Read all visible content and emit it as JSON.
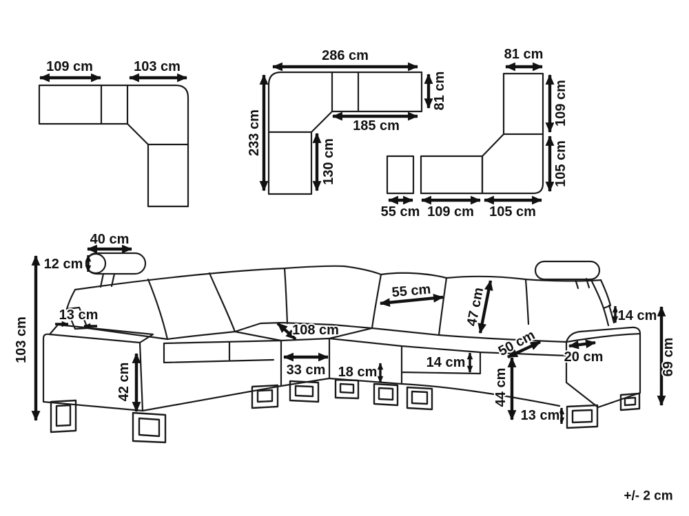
{
  "page": {
    "background": "#ffffff",
    "line_color": "#1a1a1a",
    "tolerance_note": "+/- 2 cm"
  },
  "top_view_left": {
    "width_left_label": "109 cm",
    "width_right_label": "103 cm"
  },
  "top_view_middle": {
    "total_width_label": "286 cm",
    "total_depth_label": "233 cm",
    "arm_side_label": "81 cm",
    "inner_width_label": "185 cm",
    "inner_depth_label": "130 cm"
  },
  "top_view_right": {
    "top_width_label": "81 cm",
    "upper_side_label": "109 cm",
    "lower_side_label": "105 cm",
    "bottom_left_label": "55 cm",
    "bottom_middle_label": "109 cm",
    "bottom_right_label": "105 cm"
  },
  "sofa_view": {
    "headrest_width_label": "40 cm",
    "headrest_height_label": "12 cm",
    "overall_height_label": "103 cm",
    "backrest_thickness_label": "13 cm",
    "armrest_height_label": "42 cm",
    "corner_seat_label": "108 cm",
    "corner_module_label": "33 cm",
    "back_cushion_width_label": "55 cm",
    "front_base_label": "18 cm",
    "seat_cushion_label": "14 cm",
    "back_cushion_height_label": "47 cm",
    "seat_depth_label": "50 cm",
    "seat_height_label": "44 cm",
    "leg_height_label": "13 cm",
    "armrest_top_label": "20 cm",
    "headrest_post_label": "14 cm",
    "armrest_total_label": "69 cm"
  }
}
